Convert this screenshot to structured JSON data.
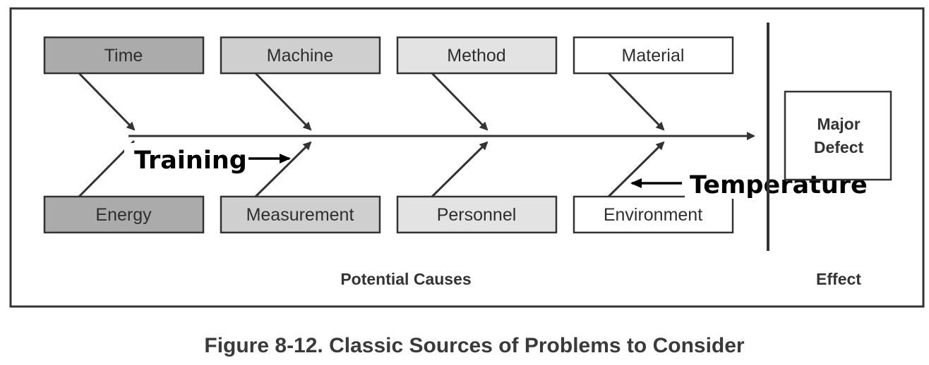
{
  "colors": {
    "dark_box": "#ababab",
    "mid_box": "#cfcfcf",
    "light_box": "#e3e3e3",
    "white_box": "#ffffff",
    "stroke": "#333333"
  },
  "diagram": {
    "type": "fishbone",
    "causes_top": [
      "Time",
      "Machine",
      "Method",
      "Material"
    ],
    "causes_bottom": [
      "Energy",
      "Measurement",
      "Personnel",
      "Environment"
    ],
    "effect": {
      "line1": "Major",
      "line2": "Defect"
    },
    "section_causes": "Potential Causes",
    "section_effect": "Effect",
    "annotations": {
      "training": "Training",
      "temperature": "Temperature"
    }
  },
  "caption": "Figure 8-12. Classic Sources of Problems to Consider"
}
